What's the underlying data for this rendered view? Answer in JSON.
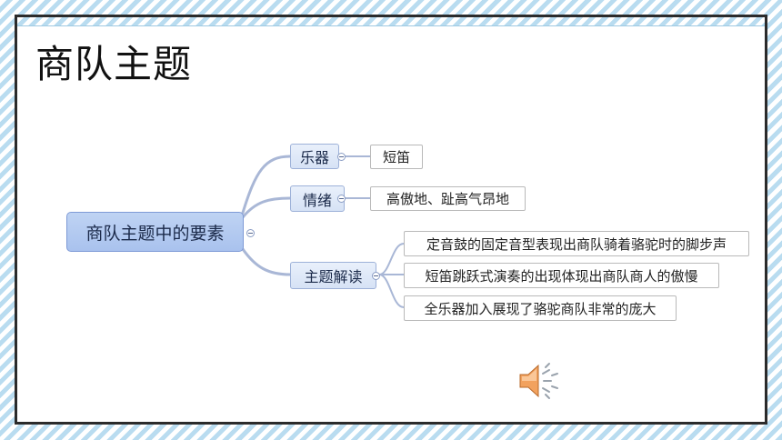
{
  "slide": {
    "title": "商队主题"
  },
  "mindmap": {
    "root": {
      "label": "商队主题中的要素"
    },
    "branches": [
      {
        "label": "乐器",
        "leaves": [
          "短笛"
        ]
      },
      {
        "label": "情绪",
        "leaves": [
          "高傲地、趾高气昂地"
        ]
      },
      {
        "label": "主题解读",
        "leaves": [
          "定音鼓的固定音型表现出商队骑着骆驼时的脚步声",
          "短笛跳跃式演奏的出现体现出商队商人的傲慢",
          "全乐器加入展现了骆驼商队非常的庞大"
        ]
      }
    ]
  },
  "colors": {
    "link": "#a9b7d6",
    "root_fill": "#b4cbf0",
    "branch_fill": "#dfe8f8",
    "frame": "#2b2b2b",
    "background_stripe": "#b9dcf0"
  },
  "icons": {
    "collapse": "collapse-minus-icon",
    "audio": "speaker-icon"
  }
}
